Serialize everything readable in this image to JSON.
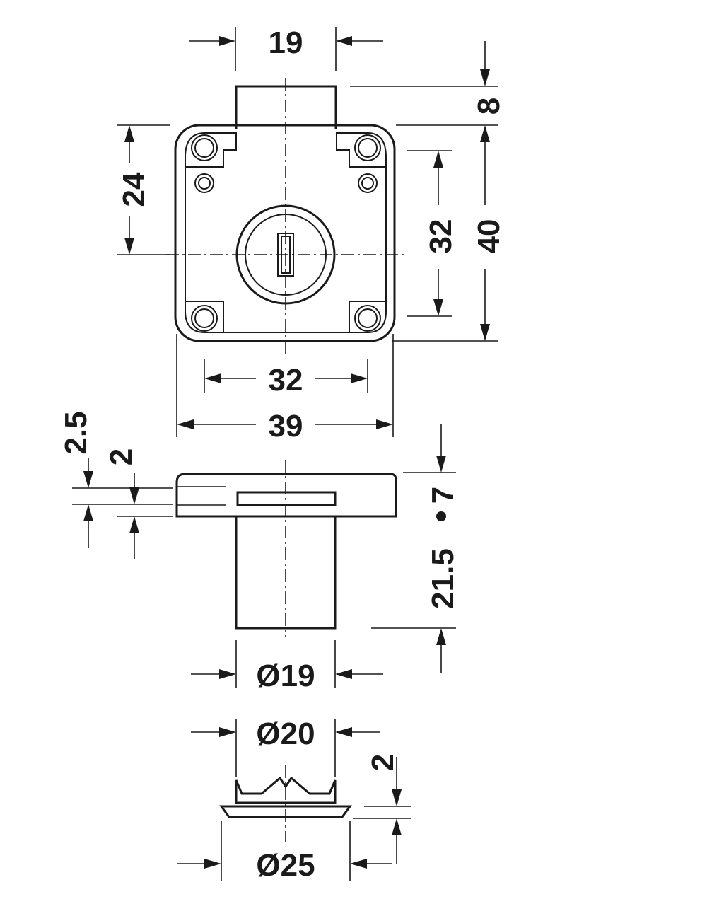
{
  "dimensions": {
    "top_slot_width": "19",
    "bolt_projection": "8",
    "vertical_offset": "24",
    "hole_spacing_vertical": "32",
    "body_height": "40",
    "hole_spacing_horizontal": "32",
    "body_width": "39",
    "bolt_top_offset": "2.5",
    "bolt_thickness": "2",
    "flange_thickness": "7",
    "cylinder_length": "21.5",
    "cylinder_diameter": "Ø19",
    "rose_inner_diameter": "Ø20",
    "rose_height": "2",
    "rose_outer_diameter": "Ø25"
  }
}
